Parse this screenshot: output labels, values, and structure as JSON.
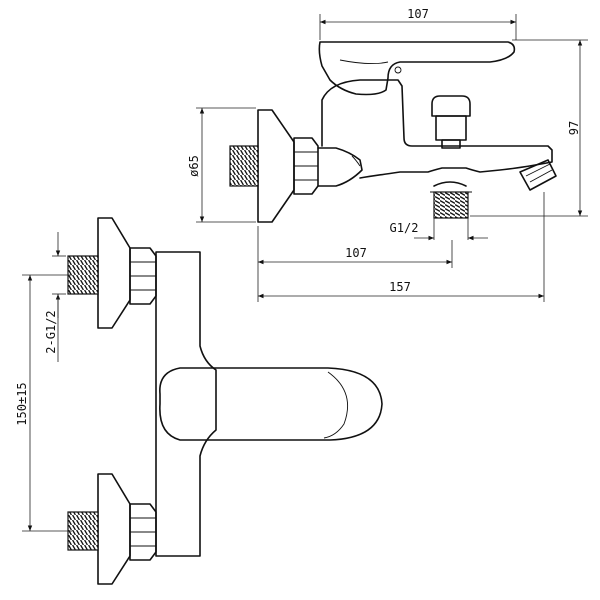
{
  "dimensions": {
    "top_width": "107",
    "height": "97",
    "diameter": "ø65",
    "outlet_thread": "G1/2",
    "spout_reach": "107",
    "total_reach": "157",
    "inlet_thread": "2-G1/2",
    "centers": "150±15"
  }
}
